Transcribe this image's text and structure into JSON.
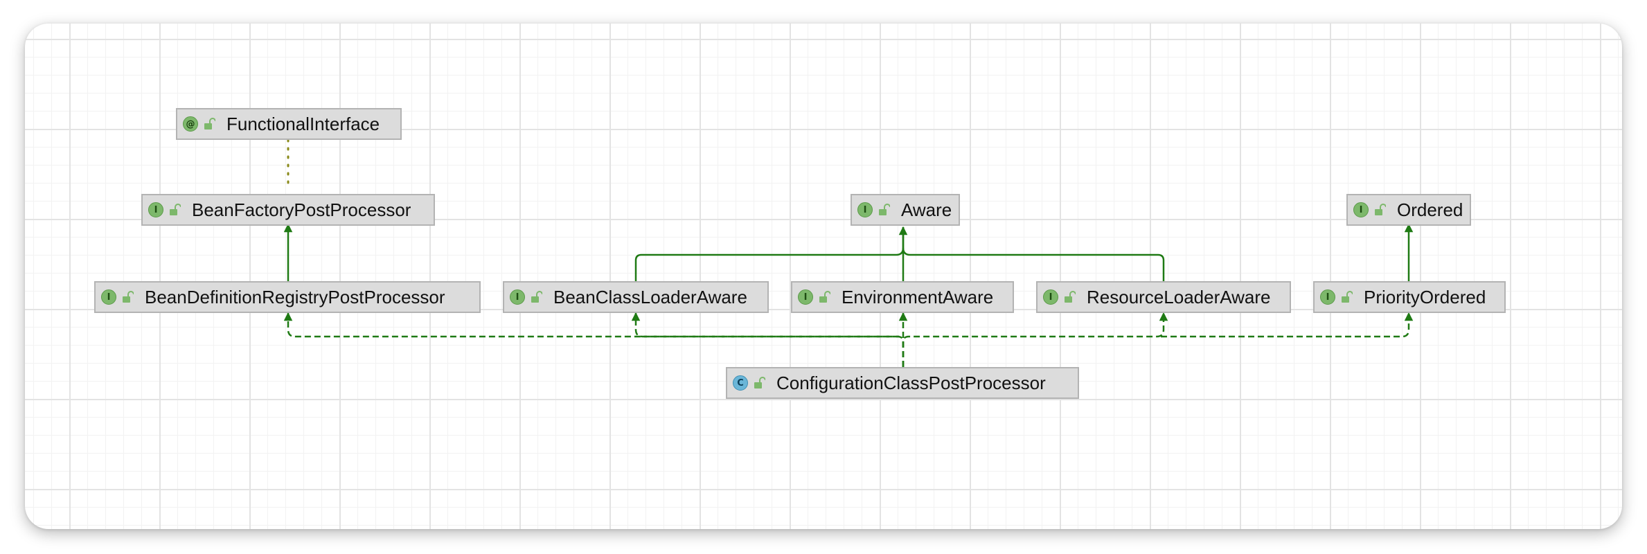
{
  "diagram": {
    "nodes": {
      "functional_interface": {
        "kind": "annotation",
        "badge": "@",
        "label": "FunctionalInterface"
      },
      "bean_factory_post_processor": {
        "kind": "interface",
        "badge": "I",
        "label": "BeanFactoryPostProcessor"
      },
      "aware": {
        "kind": "interface",
        "badge": "I",
        "label": "Aware"
      },
      "ordered": {
        "kind": "interface",
        "badge": "I",
        "label": "Ordered"
      },
      "bean_definition_registry_post_processor": {
        "kind": "interface",
        "badge": "I",
        "label": "BeanDefinitionRegistryPostProcessor"
      },
      "bean_class_loader_aware": {
        "kind": "interface",
        "badge": "I",
        "label": "BeanClassLoaderAware"
      },
      "environment_aware": {
        "kind": "interface",
        "badge": "I",
        "label": "EnvironmentAware"
      },
      "resource_loader_aware": {
        "kind": "interface",
        "badge": "I",
        "label": "ResourceLoaderAware"
      },
      "priority_ordered": {
        "kind": "interface",
        "badge": "I",
        "label": "PriorityOrdered"
      },
      "configuration_class_post_processor": {
        "kind": "class",
        "badge": "C",
        "label": "ConfigurationClassPostProcessor"
      }
    },
    "edges": [
      {
        "from": "bean_factory_post_processor",
        "to": "functional_interface",
        "type": "annotated-by"
      },
      {
        "from": "bean_definition_registry_post_processor",
        "to": "bean_factory_post_processor",
        "type": "extends"
      },
      {
        "from": "bean_class_loader_aware",
        "to": "aware",
        "type": "extends"
      },
      {
        "from": "environment_aware",
        "to": "aware",
        "type": "extends"
      },
      {
        "from": "resource_loader_aware",
        "to": "aware",
        "type": "extends"
      },
      {
        "from": "priority_ordered",
        "to": "ordered",
        "type": "extends"
      },
      {
        "from": "configuration_class_post_processor",
        "to": "bean_definition_registry_post_processor",
        "type": "implements"
      },
      {
        "from": "configuration_class_post_processor",
        "to": "bean_class_loader_aware",
        "type": "implements"
      },
      {
        "from": "configuration_class_post_processor",
        "to": "environment_aware",
        "type": "implements"
      },
      {
        "from": "configuration_class_post_processor",
        "to": "resource_loader_aware",
        "type": "implements"
      },
      {
        "from": "configuration_class_post_processor",
        "to": "priority_ordered",
        "type": "implements"
      }
    ],
    "colors": {
      "edge": "#1f7a14",
      "annotation_edge": "#8a8a1a",
      "node_fill": "#dcdcdc",
      "node_border": "#b3b3b3",
      "interface_badge": "#7db86b",
      "class_badge": "#6ab6d8"
    }
  }
}
